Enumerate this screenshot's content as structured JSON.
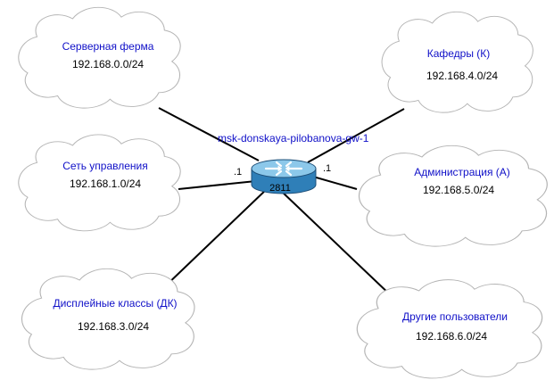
{
  "router": {
    "hostname": "msk-donskaya-pilobanova-gw-1",
    "model": "2811",
    "left_interface": ".1",
    "right_interface": ".1"
  },
  "networks": [
    {
      "name": "Серверная ферма",
      "subnet": "192.168.0.0/24"
    },
    {
      "name": "Сеть управления",
      "subnet": "192.168.1.0/24"
    },
    {
      "name": "Дисплейные классы (ДК)",
      "subnet": "192.168.3.0/24"
    },
    {
      "name": "Кафедры (К)",
      "subnet": "192.168.4.0/24"
    },
    {
      "name": "Администрация (А)",
      "subnet": "192.168.5.0/24"
    },
    {
      "name": "Другие пользователи",
      "subnet": "192.168.6.0/24"
    }
  ],
  "colors": {
    "label_blue": "#1010c8",
    "router_body": "#3d8fc4",
    "router_top": "#7fc0e8",
    "cloud_stroke": "#b4b4b4",
    "link": "#000000"
  },
  "icons": {
    "router": "router-icon",
    "cloud": "cloud-icon"
  }
}
